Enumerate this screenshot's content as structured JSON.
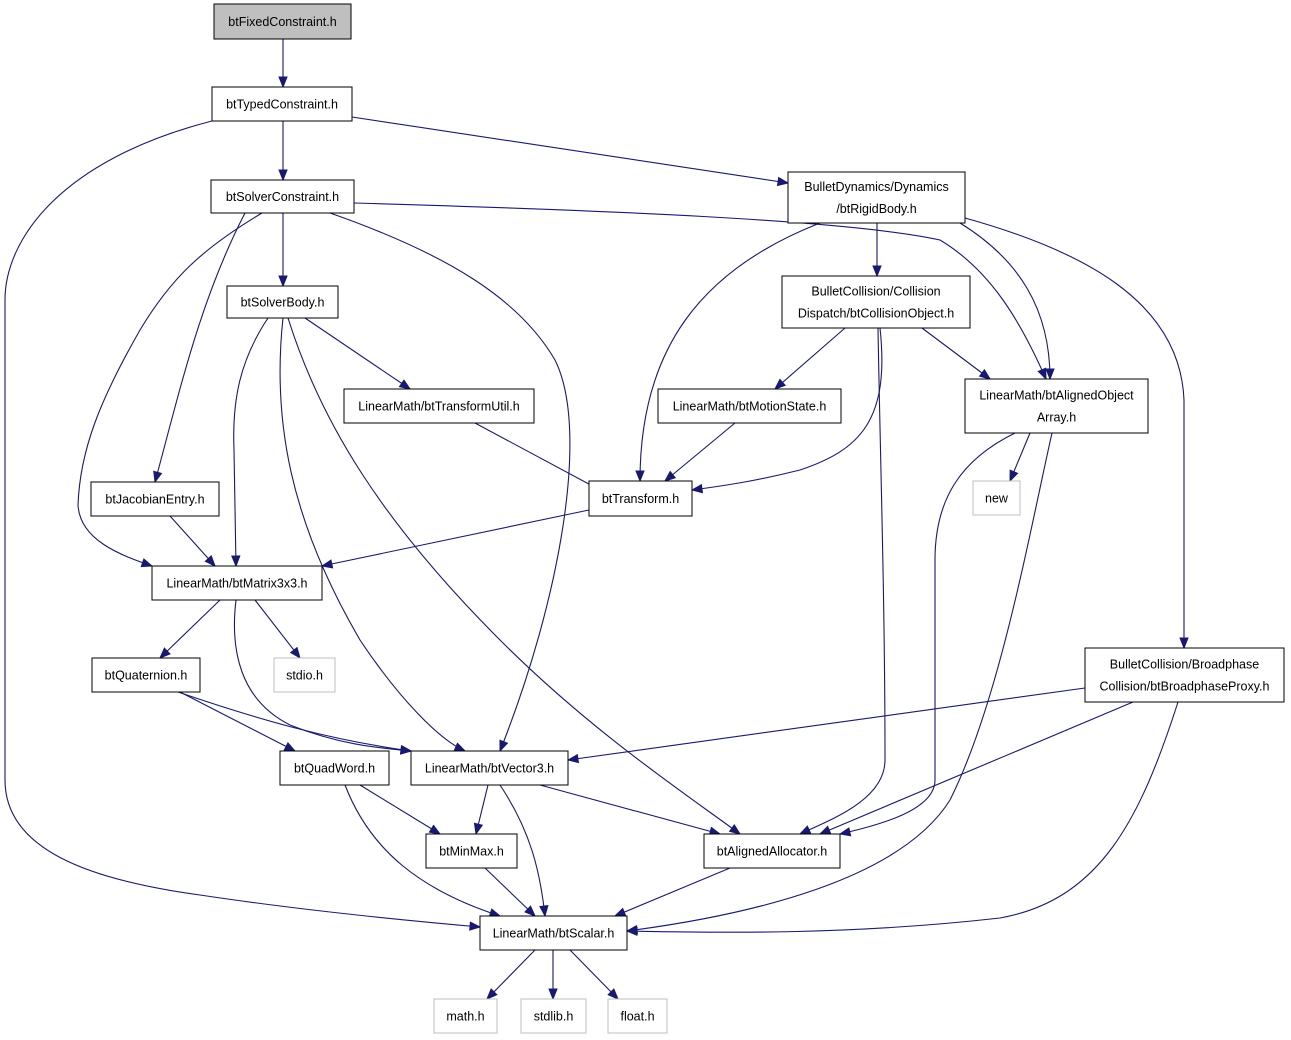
{
  "nodes": {
    "btFixedConstraint": {
      "label": "btFixedConstraint.h",
      "kind": "root"
    },
    "btTypedConstraint": {
      "label": "btTypedConstraint.h",
      "kind": "header"
    },
    "btSolverConstraint": {
      "label": "btSolverConstraint.h",
      "kind": "header"
    },
    "btRigidBody": {
      "label": "BulletDynamics/Dynamics\n/btRigidBody.h",
      "kind": "header"
    },
    "btSolverBody": {
      "label": "btSolverBody.h",
      "kind": "header"
    },
    "btCollisionObject": {
      "label": "BulletCollision/Collision\nDispatch/btCollisionObject.h",
      "kind": "header"
    },
    "btTransformUtil": {
      "label": "LinearMath/btTransformUtil.h",
      "kind": "header"
    },
    "btMotionState": {
      "label": "LinearMath/btMotionState.h",
      "kind": "header"
    },
    "btAlignedObjectArray": {
      "label": "LinearMath/btAlignedObject\nArray.h",
      "kind": "header"
    },
    "btJacobianEntry": {
      "label": "btJacobianEntry.h",
      "kind": "header"
    },
    "btTransform": {
      "label": "btTransform.h",
      "kind": "header"
    },
    "new": {
      "label": "new",
      "kind": "system"
    },
    "btMatrix3x3": {
      "label": "LinearMath/btMatrix3x3.h",
      "kind": "header"
    },
    "btBroadphaseProxy": {
      "label": "BulletCollision/Broadphase\nCollision/btBroadphaseProxy.h",
      "kind": "header"
    },
    "btQuaternion": {
      "label": "btQuaternion.h",
      "kind": "header"
    },
    "stdio": {
      "label": "stdio.h",
      "kind": "system"
    },
    "btQuadWord": {
      "label": "btQuadWord.h",
      "kind": "header"
    },
    "btVector3": {
      "label": "LinearMath/btVector3.h",
      "kind": "header"
    },
    "btMinMax": {
      "label": "btMinMax.h",
      "kind": "header"
    },
    "btAlignedAllocator": {
      "label": "btAlignedAllocator.h",
      "kind": "header"
    },
    "btScalar": {
      "label": "LinearMath/btScalar.h",
      "kind": "header"
    },
    "math": {
      "label": "math.h",
      "kind": "system"
    },
    "stdlib": {
      "label": "stdlib.h",
      "kind": "system"
    },
    "float": {
      "label": "float.h",
      "kind": "system"
    }
  },
  "edges": [
    [
      "btFixedConstraint",
      "btTypedConstraint"
    ],
    [
      "btTypedConstraint",
      "btSolverConstraint"
    ],
    [
      "btTypedConstraint",
      "btRigidBody"
    ],
    [
      "btTypedConstraint",
      "btScalar"
    ],
    [
      "btSolverConstraint",
      "btSolverBody"
    ],
    [
      "btSolverConstraint",
      "btJacobianEntry"
    ],
    [
      "btSolverConstraint",
      "btMatrix3x3"
    ],
    [
      "btSolverConstraint",
      "btVector3"
    ],
    [
      "btSolverConstraint",
      "btAlignedObjectArray"
    ],
    [
      "btRigidBody",
      "btCollisionObject"
    ],
    [
      "btRigidBody",
      "btTransform"
    ],
    [
      "btRigidBody",
      "btAlignedObjectArray"
    ],
    [
      "btRigidBody",
      "btBroadphaseProxy"
    ],
    [
      "btSolverBody",
      "btTransformUtil"
    ],
    [
      "btSolverBody",
      "btMatrix3x3"
    ],
    [
      "btSolverBody",
      "btVector3"
    ],
    [
      "btSolverBody",
      "btAlignedAllocator"
    ],
    [
      "btCollisionObject",
      "btMotionState"
    ],
    [
      "btCollisionObject",
      "btTransform"
    ],
    [
      "btCollisionObject",
      "btAlignedObjectArray"
    ],
    [
      "btCollisionObject",
      "btAlignedAllocator"
    ],
    [
      "btTransformUtil",
      "btTransform"
    ],
    [
      "btMotionState",
      "btTransform"
    ],
    [
      "btAlignedObjectArray",
      "new"
    ],
    [
      "btAlignedObjectArray",
      "btAlignedAllocator"
    ],
    [
      "btAlignedObjectArray",
      "btScalar"
    ],
    [
      "btJacobianEntry",
      "btMatrix3x3"
    ],
    [
      "btTransform",
      "btMatrix3x3"
    ],
    [
      "btMatrix3x3",
      "btQuaternion"
    ],
    [
      "btMatrix3x3",
      "stdio"
    ],
    [
      "btMatrix3x3",
      "btVector3"
    ],
    [
      "btBroadphaseProxy",
      "btVector3"
    ],
    [
      "btBroadphaseProxy",
      "btAlignedAllocator"
    ],
    [
      "btBroadphaseProxy",
      "btScalar"
    ],
    [
      "btQuaternion",
      "btQuadWord"
    ],
    [
      "btQuaternion",
      "btVector3"
    ],
    [
      "btQuadWord",
      "btMinMax"
    ],
    [
      "btQuadWord",
      "btScalar"
    ],
    [
      "btVector3",
      "btMinMax"
    ],
    [
      "btVector3",
      "btScalar"
    ],
    [
      "btVector3",
      "btAlignedAllocator"
    ],
    [
      "btMinMax",
      "btScalar"
    ],
    [
      "btAlignedAllocator",
      "btScalar"
    ],
    [
      "btScalar",
      "math"
    ],
    [
      "btScalar",
      "stdlib"
    ],
    [
      "btScalar",
      "float"
    ]
  ]
}
